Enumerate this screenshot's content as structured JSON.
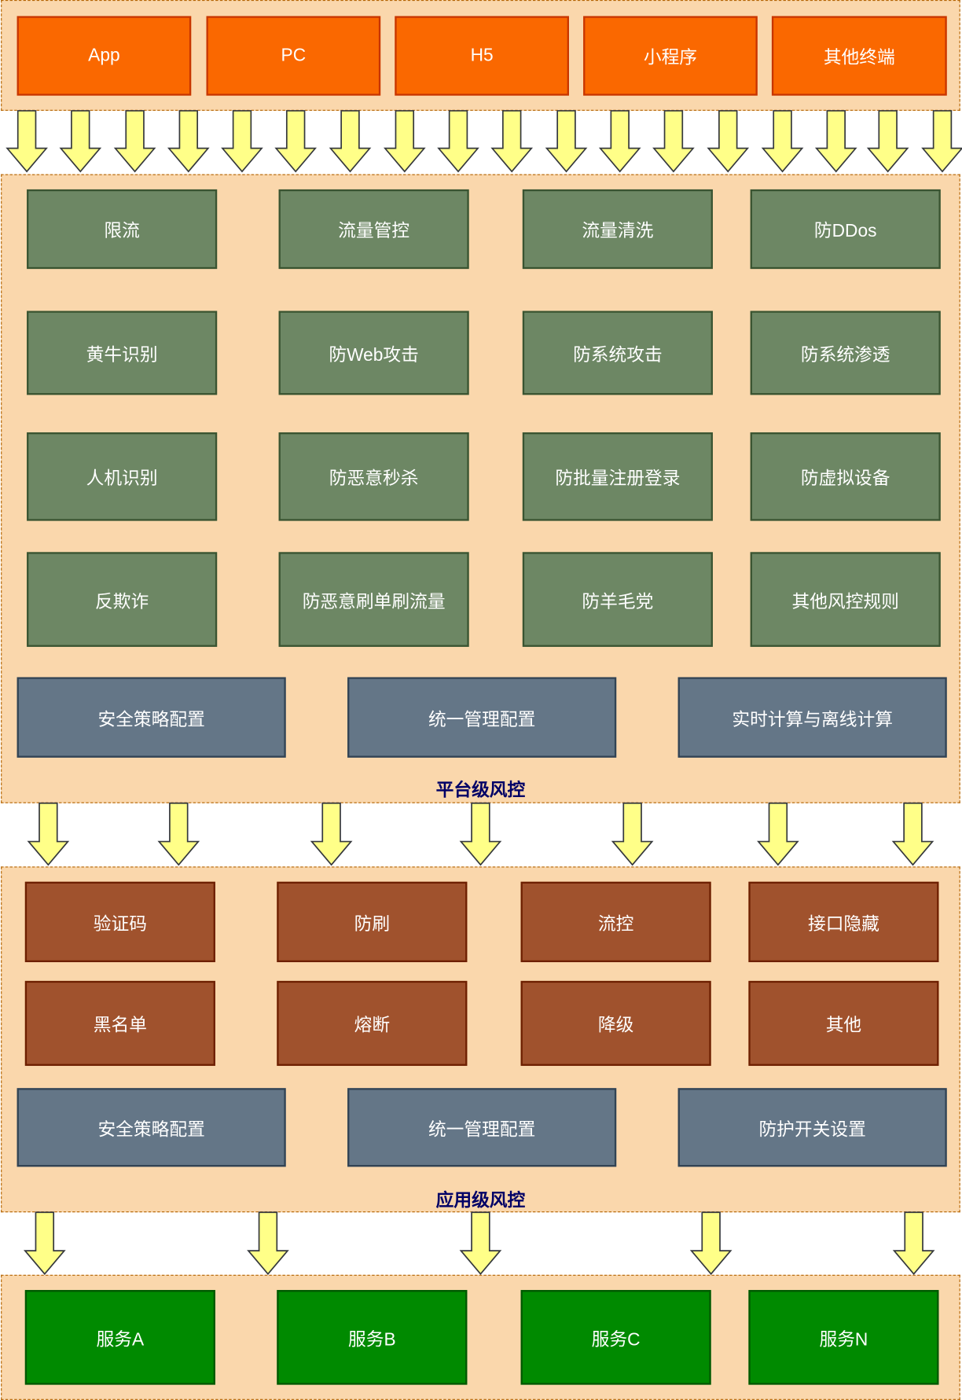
{
  "clients": [
    "App",
    "PC",
    "H5",
    "小程序",
    "其他终端"
  ],
  "platform": {
    "title": "平台级风控",
    "rules": [
      [
        "限流",
        "流量管控",
        "流量清洗",
        "防DDos"
      ],
      [
        "黄牛识别",
        "防Web攻击",
        "防系统攻击",
        "防系统渗透"
      ],
      [
        "人机识别",
        "防恶意秒杀",
        "防批量注册登录",
        "防虚拟设备"
      ],
      [
        "反欺诈",
        "防恶意刷单刷流量",
        "防羊毛党",
        "其他风控规则"
      ]
    ],
    "configs": [
      "安全策略配置",
      "统一管理配置",
      "实时计算与离线计算"
    ]
  },
  "application": {
    "title": "应用级风控",
    "rules": [
      [
        "验证码",
        "防刷",
        "流控",
        "接口隐藏"
      ],
      [
        "黑名单",
        "熔断",
        "降级",
        "其他"
      ]
    ],
    "configs": [
      "安全策略配置",
      "统一管理配置",
      "防护开关设置"
    ]
  },
  "services": [
    "服务A",
    "服务B",
    "服务C",
    "服务N"
  ],
  "colors": {
    "client": "#fa6800",
    "platform": "#6d8764",
    "application": "#a0522d",
    "config": "#647687",
    "service": "#008a00",
    "arrow": "#ffff88",
    "layer": "#fad7ac"
  }
}
